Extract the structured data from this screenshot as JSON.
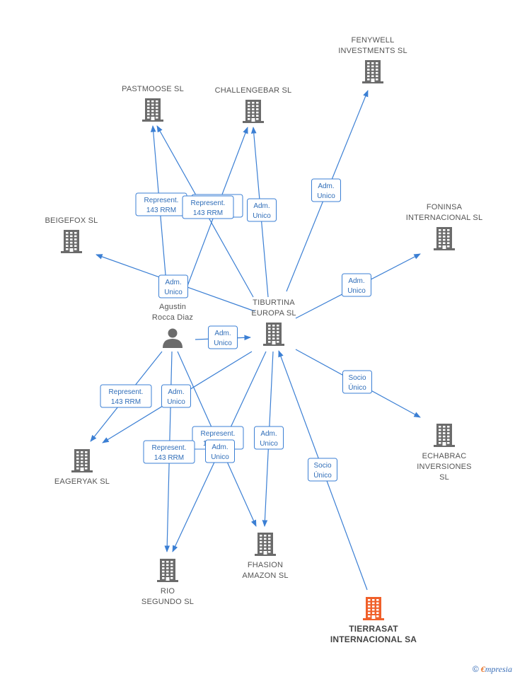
{
  "colors": {
    "edge": "#3b7fd4",
    "company": "#6b6b6b",
    "focus": "#f0602a",
    "person": "#6b6b6b"
  },
  "nodes": [
    {
      "id": "fenywell",
      "type": "company",
      "lines": [
        "FENYWELL",
        "INVESTMENTS SL"
      ]
    },
    {
      "id": "pastmoose",
      "type": "company",
      "lines": [
        "PASTMOOSE SL"
      ]
    },
    {
      "id": "challengebar",
      "type": "company",
      "lines": [
        "CHALLENGEBAR SL"
      ]
    },
    {
      "id": "beigefox",
      "type": "company",
      "lines": [
        "BEIGEFOX SL"
      ]
    },
    {
      "id": "foninsa",
      "type": "company",
      "lines": [
        "FONINSA",
        "INTERNACIONAL SL"
      ]
    },
    {
      "id": "agustin",
      "type": "person",
      "lines": [
        "Agustin",
        "Rocca Diaz"
      ]
    },
    {
      "id": "tiburtina",
      "type": "company",
      "lines": [
        "TIBURTINA",
        "EUROPA SL"
      ]
    },
    {
      "id": "echabrac",
      "type": "company",
      "lines": [
        "ECHABRAC",
        "INVERSIONES",
        "SL"
      ]
    },
    {
      "id": "eageryak",
      "type": "company",
      "lines": [
        "EAGERYAK SL"
      ]
    },
    {
      "id": "fhasion",
      "type": "company",
      "lines": [
        "FHASION",
        "AMAZON SL"
      ]
    },
    {
      "id": "riosegundo",
      "type": "company",
      "lines": [
        "RIO",
        "SEGUNDO SL"
      ]
    },
    {
      "id": "tierrasat",
      "type": "focus",
      "lines": [
        "TIERRASAT",
        "INTERNACIONAL SA"
      ]
    }
  ],
  "edges": [
    {
      "from": "tiburtina",
      "to": "fenywell",
      "lines": [
        "Adm.",
        "Unico"
      ]
    },
    {
      "from": "tiburtina",
      "to": "challengebar",
      "lines": [
        "Adm.",
        "Unico"
      ]
    },
    {
      "from": "tiburtina",
      "to": "pastmoose",
      "lines": [
        "Represent.",
        "143 RRM"
      ]
    },
    {
      "from": "agustin",
      "to": "pastmoose",
      "lines": [
        "Represent.",
        "143 RRM"
      ]
    },
    {
      "from": "agustin",
      "to": "challengebar",
      "lines": [
        "Represent.",
        "143 RRM"
      ]
    },
    {
      "from": "tiburtina",
      "to": "beigefox",
      "lines": [
        "Adm.",
        "Unico"
      ]
    },
    {
      "from": "tiburtina",
      "to": "foninsa",
      "lines": [
        "Adm.",
        "Unico"
      ]
    },
    {
      "from": "agustin",
      "to": "tiburtina",
      "lines": [
        "Adm.",
        "Unico"
      ]
    },
    {
      "from": "tiburtina",
      "to": "echabrac",
      "lines": [
        "Socio",
        "Único"
      ]
    },
    {
      "from": "agustin",
      "to": "eageryak",
      "lines": [
        "Represent.",
        "143 RRM"
      ]
    },
    {
      "from": "tiburtina",
      "to": "eageryak",
      "lines": [
        "Adm.",
        "Unico"
      ]
    },
    {
      "from": "agustin",
      "to": "fhasion",
      "lines": [
        "Represent.",
        "143 RRM"
      ]
    },
    {
      "from": "tiburtina",
      "to": "fhasion",
      "lines": [
        "Adm.",
        "Unico"
      ]
    },
    {
      "from": "agustin",
      "to": "riosegundo",
      "lines": [
        "Represent.",
        "143 RRM"
      ]
    },
    {
      "from": "tiburtina",
      "to": "riosegundo",
      "lines": [
        "Adm.",
        "Unico"
      ]
    },
    {
      "from": "tierrasat",
      "to": "tiburtina",
      "lines": [
        "Socio",
        "Único"
      ]
    }
  ],
  "brand": {
    "copyright": "©",
    "name_first": "€",
    "name_rest": "mpresia"
  }
}
